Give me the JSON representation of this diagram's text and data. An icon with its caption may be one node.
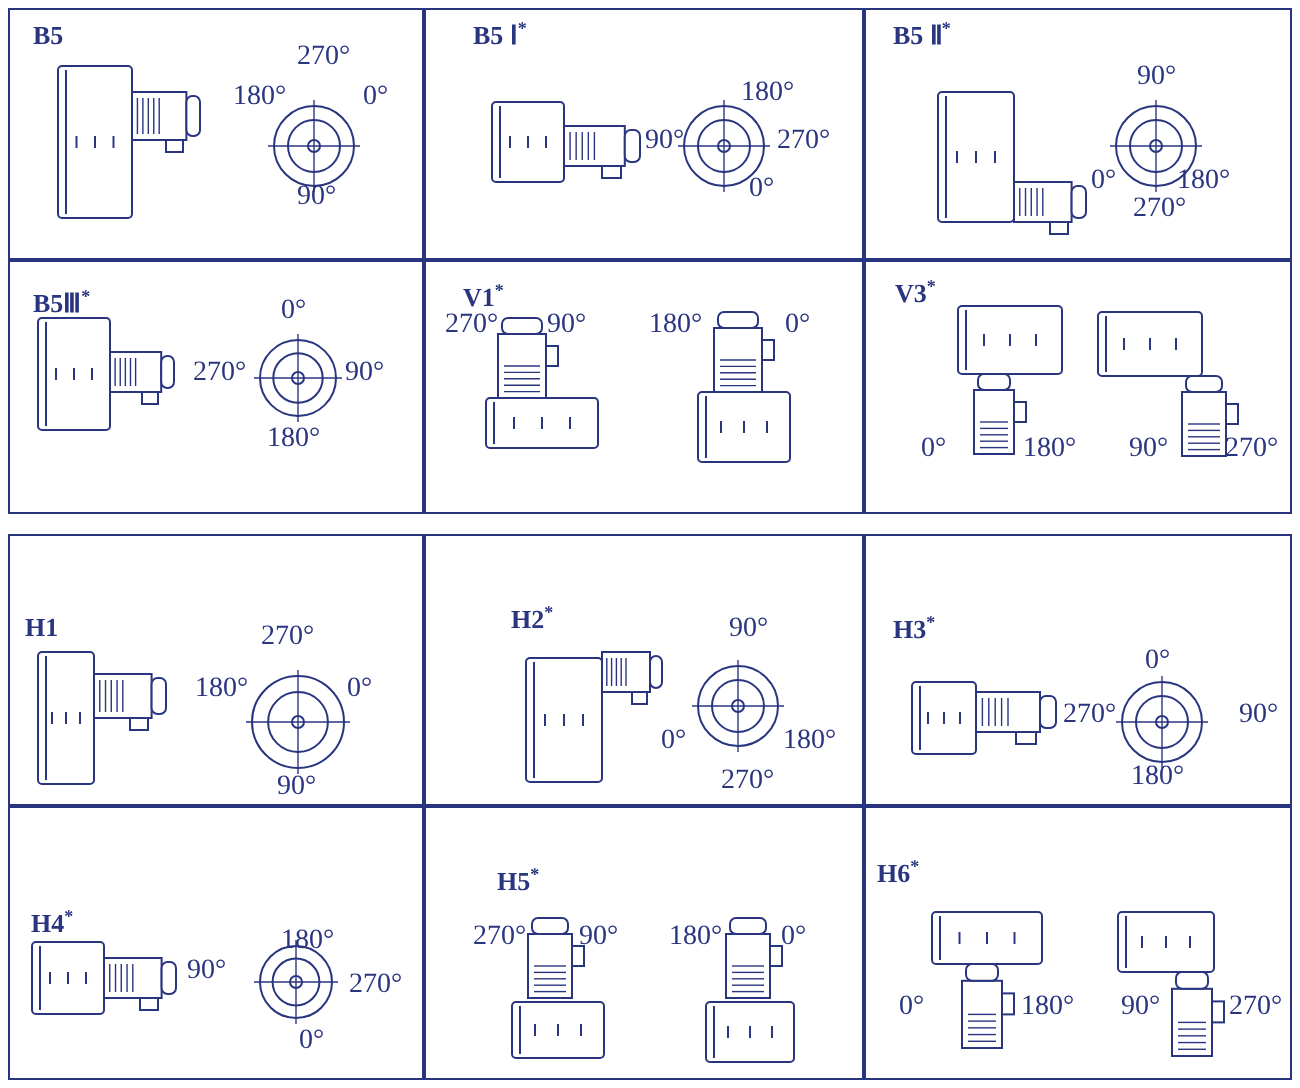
{
  "diagram": {
    "nodes": [
      {
        "text": [],
        "shape": "box"
      },
      {
        "text": [
          "B5",
          "270°",
          "180°",
          "0°",
          "90°"
        ],
        "in": 0
      },
      {
        "text": [
          "B5 Ⅰ$^{*}$",
          "180°",
          "90°",
          "270°",
          "0°"
        ],
        "in": 0
      },
      {
        "text": [
          "B5 Ⅱ$^{*}$",
          "90°",
          "0°",
          "180°",
          "270°"
        ],
        "in": 0
      },
      {
        "text": [
          "B5Ⅲ$^{*}$",
          "0°",
          "270°",
          "90°",
          "180°"
        ],
        "in": 0
      },
      {
        "text": [
          "V1$^{*}$",
          "270°",
          "90°",
          "180°",
          "0°"
        ],
        "in": 0
      },
      {
        "text": [
          "V3$^{*}$",
          "0°",
          "180°",
          "90°",
          "270°"
        ],
        "in": 0
      },
      {
        "text": [],
        "shape": "box"
      },
      {
        "text": [
          "H1",
          "270°",
          "180°",
          "0°",
          "90°"
        ],
        "in": 7
      },
      {
        "text": [
          "H2$^{*}$",
          "90°",
          "0°",
          "180°",
          "270°"
        ],
        "in": 7
      },
      {
        "text": [
          "H3$^{*}$",
          "0°",
          "270°",
          "90°",
          "180°"
        ],
        "in": 7
      },
      {
        "text": [
          "H4$^{*}$",
          "90°",
          "180°",
          "270°",
          "0°"
        ],
        "in": 7
      },
      {
        "text": [
          "H5$^{*}$",
          "270°",
          "90°",
          "180°",
          "0°"
        ],
        "in": 7
      },
      {
        "text": [
          "H6$^{*}$",
          "0°",
          "180°",
          "90°",
          "270°"
        ],
        "in": 7
      }
    ]
  }
}
